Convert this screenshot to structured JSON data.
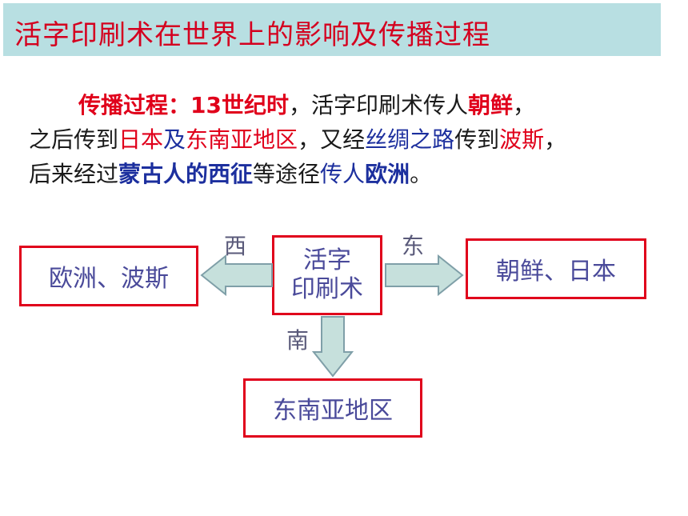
{
  "title": "活字印刷术在世界上的影响及传播过程",
  "paragraph": {
    "label": "传播过程：",
    "period": "13世纪时",
    "l1_a": "，活字印刷术传人",
    "korea": "朝鲜",
    "l1_end": "，",
    "l2_a": "之后传到",
    "japan": "日本",
    "l2_b": "及",
    "sea": "东南亚地区",
    "l2_c": "，又经",
    "silk_road": "丝绸之路",
    "l2_d": "传到",
    "persia": "波斯",
    "l2_end": "，",
    "l3_a": "后来经过",
    "mongol": "蒙古人的西征",
    "l3_b": "等途径",
    "spread": "传人",
    "europe": "欧洲",
    "l3_end": "。"
  },
  "diagram": {
    "center": {
      "line1": "活字",
      "line2": "印刷术"
    },
    "west": {
      "direction": "西",
      "target": "欧洲、波斯"
    },
    "east": {
      "direction": "东",
      "target": "朝鲜、日本"
    },
    "south": {
      "direction": "南",
      "target": "东南亚地区"
    }
  },
  "colors": {
    "title_bg": "#b8dfe2",
    "accent_red": "#e0001b",
    "accent_blue": "#1c2f9e",
    "arrow_fill": "#c6e0dc"
  }
}
